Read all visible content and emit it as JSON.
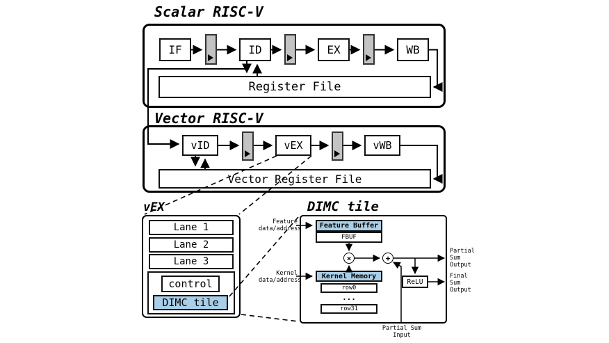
{
  "colors": {
    "highlight": "#a9cfe8",
    "register_fill": "#c3c3c3",
    "line": "#000000"
  },
  "scalar": {
    "title": "Scalar RISC-V",
    "stages": [
      "IF",
      "ID",
      "EX",
      "WB"
    ],
    "register_file": "Register File"
  },
  "vector": {
    "title": "Vector RISC-V",
    "stages": [
      "vID",
      "vEX",
      "vWB"
    ],
    "register_file": "Vector Register File"
  },
  "vex_detail": {
    "title": "vEX",
    "lanes": [
      "Lane 1",
      "Lane 2",
      "Lane 3"
    ],
    "control_label": "control",
    "dimc_label": "DIMC tile"
  },
  "dimc_detail": {
    "title": "DIMC tile",
    "feature_buffer": "Feature Buffer",
    "fbuf": "FBUF",
    "kernel_memory": "Kernel Memory",
    "row_first": "row0",
    "row_ellipsis": "...",
    "row_last": "row31",
    "relu": "ReLU",
    "mult_symbol": "×",
    "add_symbol": "+",
    "label_feature": "Feature\ndata/address",
    "label_kernel": "Kernel\ndata/address",
    "label_partial_out": "Partial\nSum\nOutput",
    "label_final_out": "Final\nSum\nOutput",
    "label_partial_in": "Partial Sum\nInput"
  }
}
